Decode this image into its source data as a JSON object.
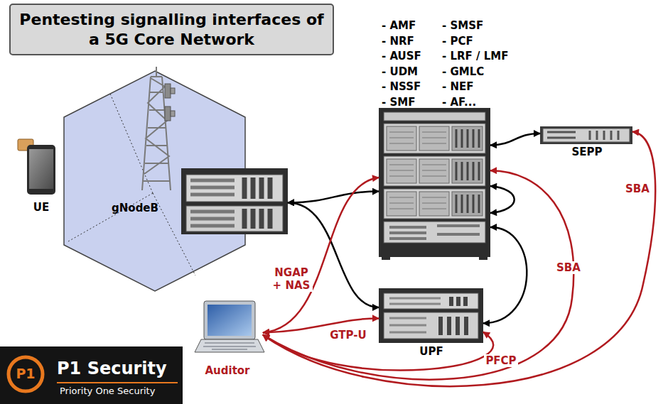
{
  "diagram": {
    "title": "Pentesting signalling interfaces of a 5G Core Network",
    "nodes": [
      {
        "text": [
          "UE"
        ]
      },
      {
        "text": [
          "gNodeB"
        ]
      },
      {
        "text": [
          "- AMF",
          "- NRF",
          "- AUSF",
          "- UDM",
          "- NSSF",
          "- SMF",
          "- SMSF",
          "- PCF",
          "- LRF / LMF",
          "- GMLC",
          "- NEF",
          "- AF..."
        ]
      },
      {
        "text": [
          "SEPP"
        ]
      },
      {
        "text": [
          "UPF"
        ]
      },
      {
        "text": [
          "Auditor"
        ]
      }
    ],
    "edges": [
      {
        "from": 1,
        "to": 2,
        "arrow": "both"
      },
      {
        "from": 1,
        "to": 4,
        "arrow": "both"
      },
      {
        "from": 2,
        "to": 3,
        "arrow": "both"
      },
      {
        "from": 2,
        "to": 4,
        "arrow": "both"
      },
      {
        "from": 5,
        "to": 2,
        "label": "NGAP + NAS",
        "arrow": "both"
      },
      {
        "from": 5,
        "to": 4,
        "label": "GTP-U",
        "arrow": "both"
      },
      {
        "from": 5,
        "to": 4,
        "label": "PFCP",
        "arrow": "both"
      },
      {
        "from": 5,
        "to": 2,
        "label": "SBA",
        "arrow": "both"
      },
      {
        "from": 5,
        "to": 3,
        "label": "SBA",
        "arrow": "both"
      }
    ],
    "labels": [
      "P1",
      "P1 Security",
      "Priority One Security"
    ]
  }
}
